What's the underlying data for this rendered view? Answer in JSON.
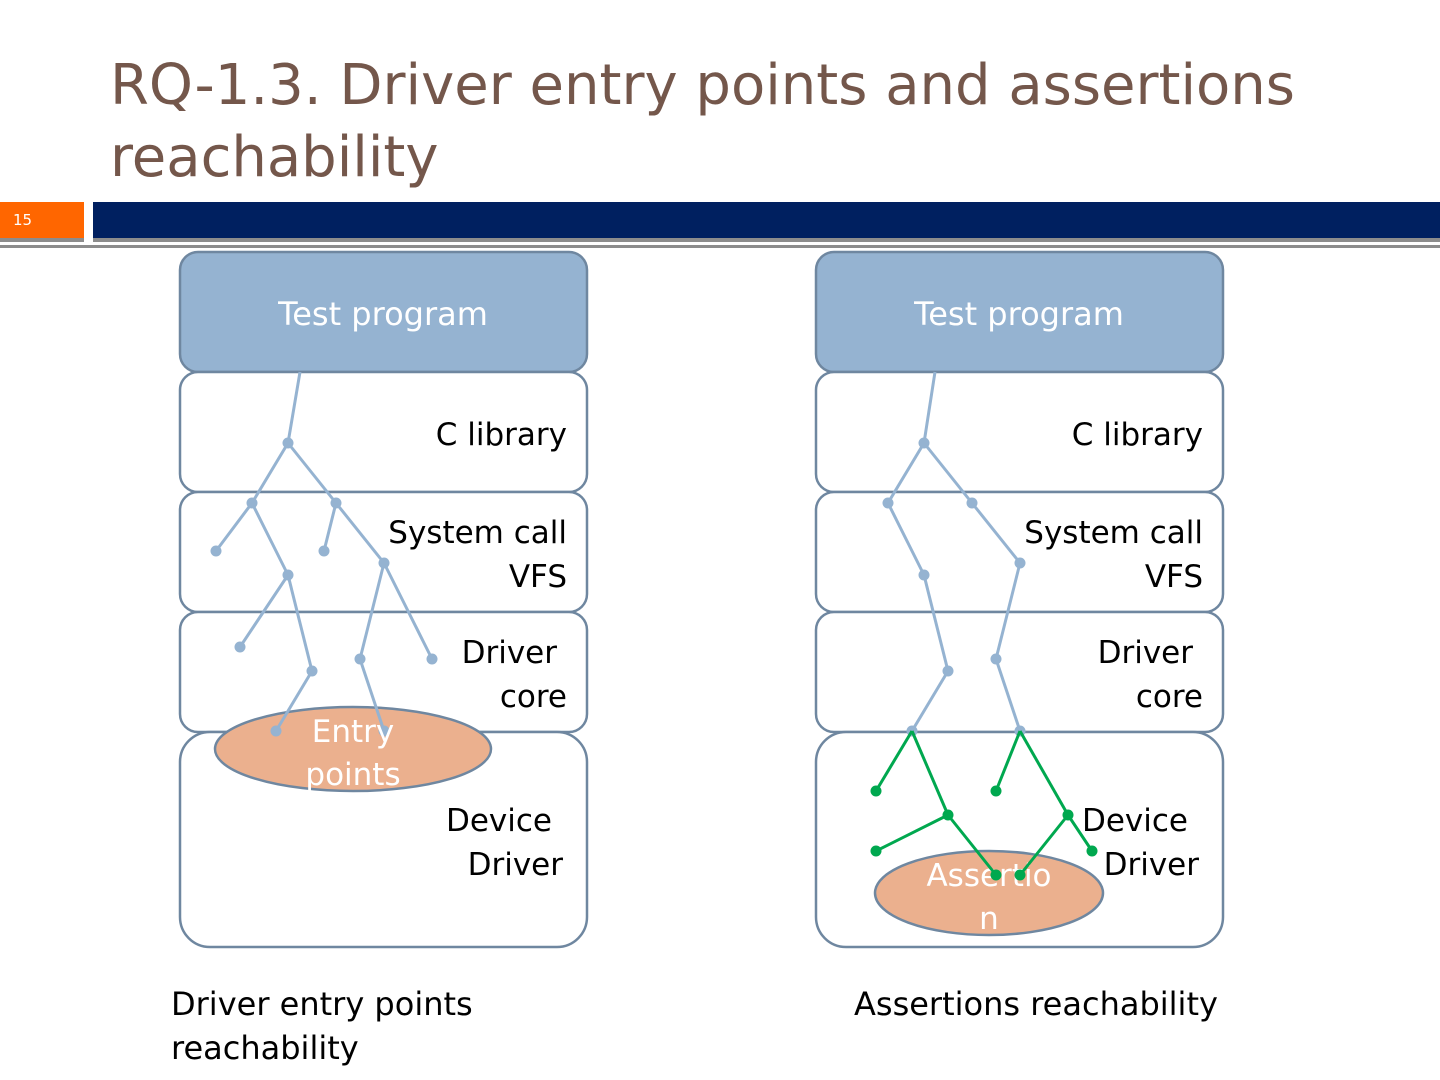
{
  "slide": {
    "title": "RQ-1.3. Driver entry points and assertions reachability",
    "page_number": "15",
    "colors": {
      "title": "#74574b",
      "page_badge": "#ff6600",
      "band": "#002060",
      "layer_header": "#95b3d1",
      "ellipse": "#ebb08e",
      "tree_blue": "#95b3d1",
      "tree_green": "#00a84f"
    }
  },
  "left_diagram": {
    "layers": [
      "Test program",
      "C library",
      "System call\nVFS",
      "Driver\ncore",
      "Device\nDriver"
    ],
    "layer_lines": [
      [
        "Test program"
      ],
      [
        "C library"
      ],
      [
        "System call",
        "VFS"
      ],
      [
        "Driver",
        "core"
      ],
      [
        "Device",
        "Driver"
      ]
    ],
    "highlight_label": [
      "Entry",
      "points"
    ],
    "caption": [
      "Driver entry points",
      "reachability"
    ]
  },
  "right_diagram": {
    "layers": [
      "Test program",
      "C library",
      "System call\nVFS",
      "Driver\ncore",
      "Device\nDriver"
    ],
    "layer_lines": [
      [
        "Test program"
      ],
      [
        "C library"
      ],
      [
        "System call",
        "VFS"
      ],
      [
        "Driver",
        "core"
      ],
      [
        "Device",
        "Driver"
      ]
    ],
    "highlight_label": [
      "Assertio",
      "n"
    ],
    "caption": [
      "Assertions reachability"
    ]
  }
}
